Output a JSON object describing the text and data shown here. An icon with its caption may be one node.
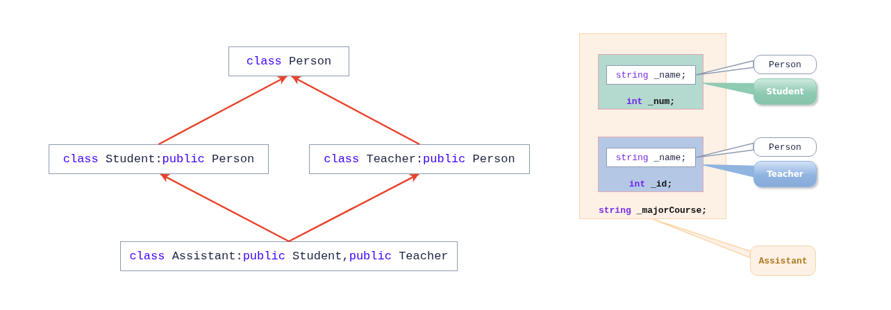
{
  "diagram": {
    "nodes": [
      {
        "text": [
          "class Person"
        ]
      },
      {
        "text": [
          "class Student:public Person"
        ]
      },
      {
        "text": [
          "class Teacher:public Person"
        ]
      },
      {
        "text": [
          "class Assistant:public Student,public Teacher"
        ]
      },
      {
        "text": [
          "string _majorCourse;"
        ]
      },
      {
        "text": [
          "int _num;"
        ],
        "in": 4
      },
      {
        "text": [
          "string _name;"
        ],
        "in": 5
      },
      {
        "text": [
          "int _id;"
        ],
        "in": 4
      },
      {
        "text": [
          "string _name;"
        ],
        "in": 7
      },
      {
        "text": [
          "Person"
        ]
      },
      {
        "text": [
          "Student"
        ]
      },
      {
        "text": [
          "Person"
        ]
      },
      {
        "text": [
          "Teacher"
        ]
      },
      {
        "text": [
          "Assistant"
        ]
      }
    ],
    "edges": [
      {
        "from": 1,
        "to": 0,
        "arrow": "to"
      },
      {
        "from": 2,
        "to": 0,
        "arrow": "to"
      },
      {
        "from": 3,
        "to": 1,
        "arrow": "to"
      },
      {
        "from": 3,
        "to": 2,
        "arrow": "to"
      },
      {
        "from": 9,
        "to": 6,
        "arrow": "none",
        "color": "#8e9ab0"
      },
      {
        "from": 10,
        "to": 5,
        "arrow": "none",
        "color": "#8fcab3"
      },
      {
        "from": 11,
        "to": 8,
        "arrow": "none",
        "color": "#8e9ab0"
      },
      {
        "from": 12,
        "to": 7,
        "arrow": "none",
        "color": "#8fb4e0"
      },
      {
        "from": 13,
        "to": 4,
        "arrow": "none",
        "color": "#f9d5a8"
      }
    ]
  }
}
